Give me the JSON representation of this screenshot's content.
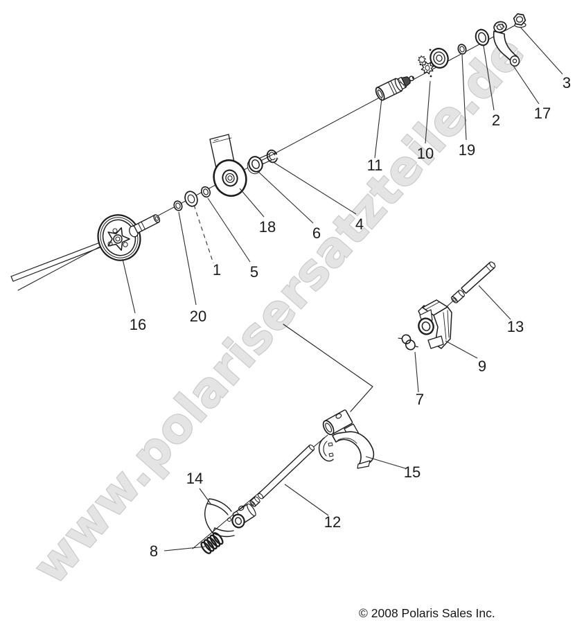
{
  "diagram": {
    "watermark": "www.polarisersatzteile.de",
    "copyright": "© 2008 Polaris Sales Inc.",
    "colors": {
      "background": "#ffffff",
      "line": "#1c1c1c",
      "watermark_fill": "#e4e4e4",
      "watermark_outline": "#c9c9c9"
    },
    "callouts": [
      "1",
      "2",
      "3",
      "4",
      "5",
      "6",
      "7",
      "8",
      "9",
      "10",
      "11",
      "12",
      "13",
      "14",
      "15",
      "16",
      "17",
      "18",
      "19",
      "20"
    ]
  }
}
